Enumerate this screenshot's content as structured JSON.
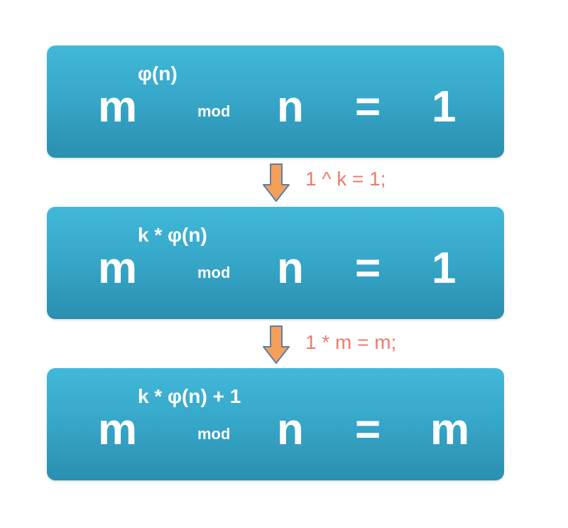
{
  "equations": [
    {
      "base": "m",
      "exponent": "φ(n)",
      "mod": "mod",
      "modulus": "n",
      "equals": "=",
      "result": "1"
    },
    {
      "base": "m",
      "exponent": "k * φ(n)",
      "mod": "mod",
      "modulus": "n",
      "equals": "=",
      "result": "1"
    },
    {
      "base": "m",
      "exponent": "k * φ(n) + 1",
      "mod": "mod",
      "modulus": "n",
      "equals": "=",
      "result": "m"
    }
  ],
  "steps": [
    {
      "note": "1 ^ k = 1;",
      "icon": "arrow-down-icon"
    },
    {
      "note": "1 * m = m;",
      "icon": "arrow-down-icon"
    }
  ],
  "colors": {
    "box_top": "#42b8d9",
    "box_bottom": "#2b8fb0",
    "arrow_fill": "#f5a05a",
    "arrow_stroke": "#5a7fa8",
    "note_text": "#f07a6a"
  }
}
